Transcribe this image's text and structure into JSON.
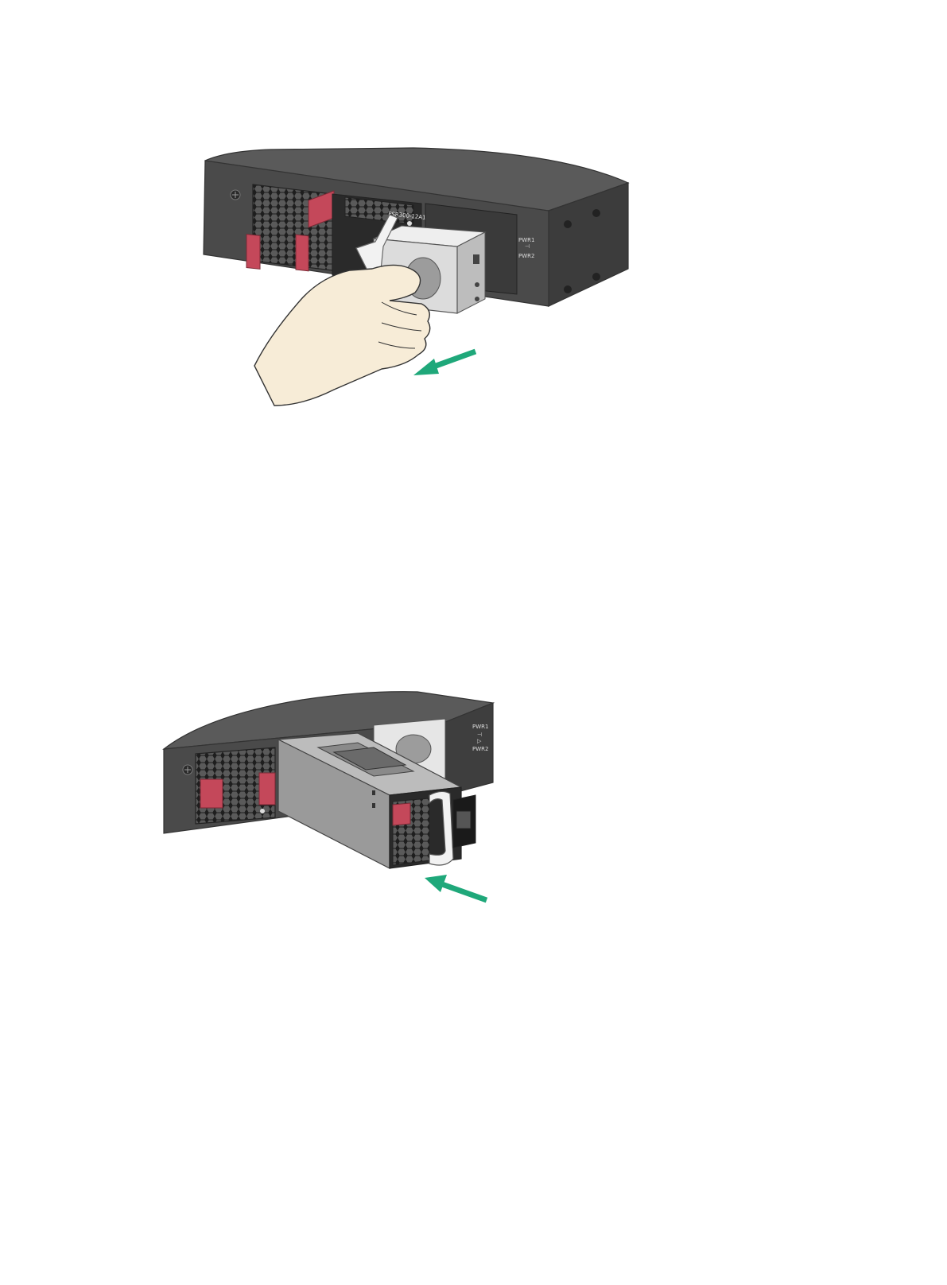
{
  "page": {
    "background": "#ffffff"
  },
  "colors": {
    "chassis": "#4a4a4a",
    "chassis_top": "#555555",
    "chassis_dark": "#2f2f2f",
    "latch_red": "#c4485a",
    "arrow_green": "#1fa87a",
    "psu_gray": "#9a9a9a",
    "filler_panel": "#dcdcdc",
    "skin": "#f7ecd7"
  },
  "figure1": {
    "slot_label": "PSR300-12A1",
    "side_labels": [
      "PWR1",
      "PWR2"
    ],
    "arrow_direction": "out"
  },
  "figure2": {
    "side_labels": [
      "PWR1",
      "PWR2"
    ],
    "arrow_direction": "in"
  }
}
